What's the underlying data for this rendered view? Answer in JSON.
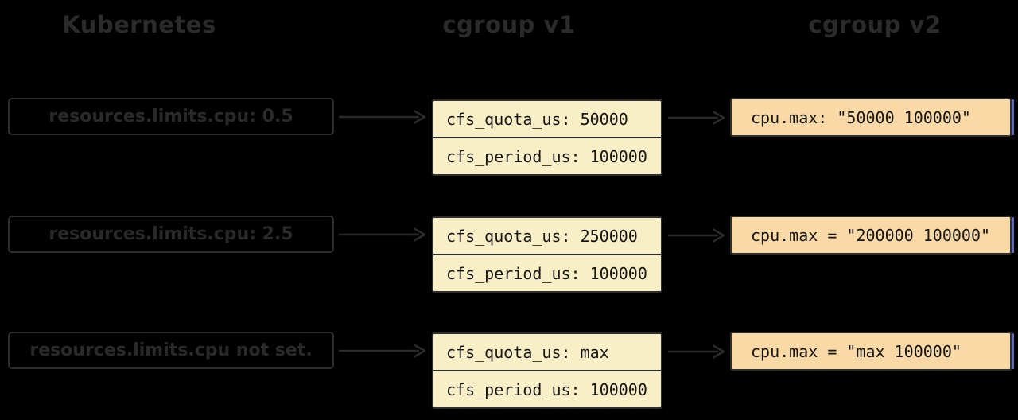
{
  "columns": {
    "left": "Kubernetes",
    "middle": "cgroup v1",
    "right": "cgroup v2"
  },
  "rows": [
    {
      "label": "resources.limits.cpu: 0.5",
      "cgroup_v1": {
        "quota": "cfs_quota_us: 50000",
        "period": "cfs_period_us: 100000"
      },
      "cgroup_v2": "cpu.max: \"50000 100000\""
    },
    {
      "label": "resources.limits.cpu: 2.5",
      "cgroup_v1": {
        "quota": "cfs_quota_us: 250000",
        "period": "cfs_period_us: 100000"
      },
      "cgroup_v2": "cpu.max = \"200000 100000\""
    },
    {
      "label": "resources.limits.cpu not set.",
      "cgroup_v1": {
        "quota": "cfs_quota_us: max",
        "period": "cfs_period_us: 100000"
      },
      "cgroup_v2": "cpu.max = \"max 100000\""
    }
  ],
  "colors": {
    "background": "#000000",
    "ink": "#2b2b2b",
    "v1_box_fill": "#f9efc7",
    "v2_box_fill": "#f9d9a6",
    "box_border": "#2f2f2f",
    "code_text": "#161616",
    "v2_edge_accent": "#5f68bb"
  }
}
